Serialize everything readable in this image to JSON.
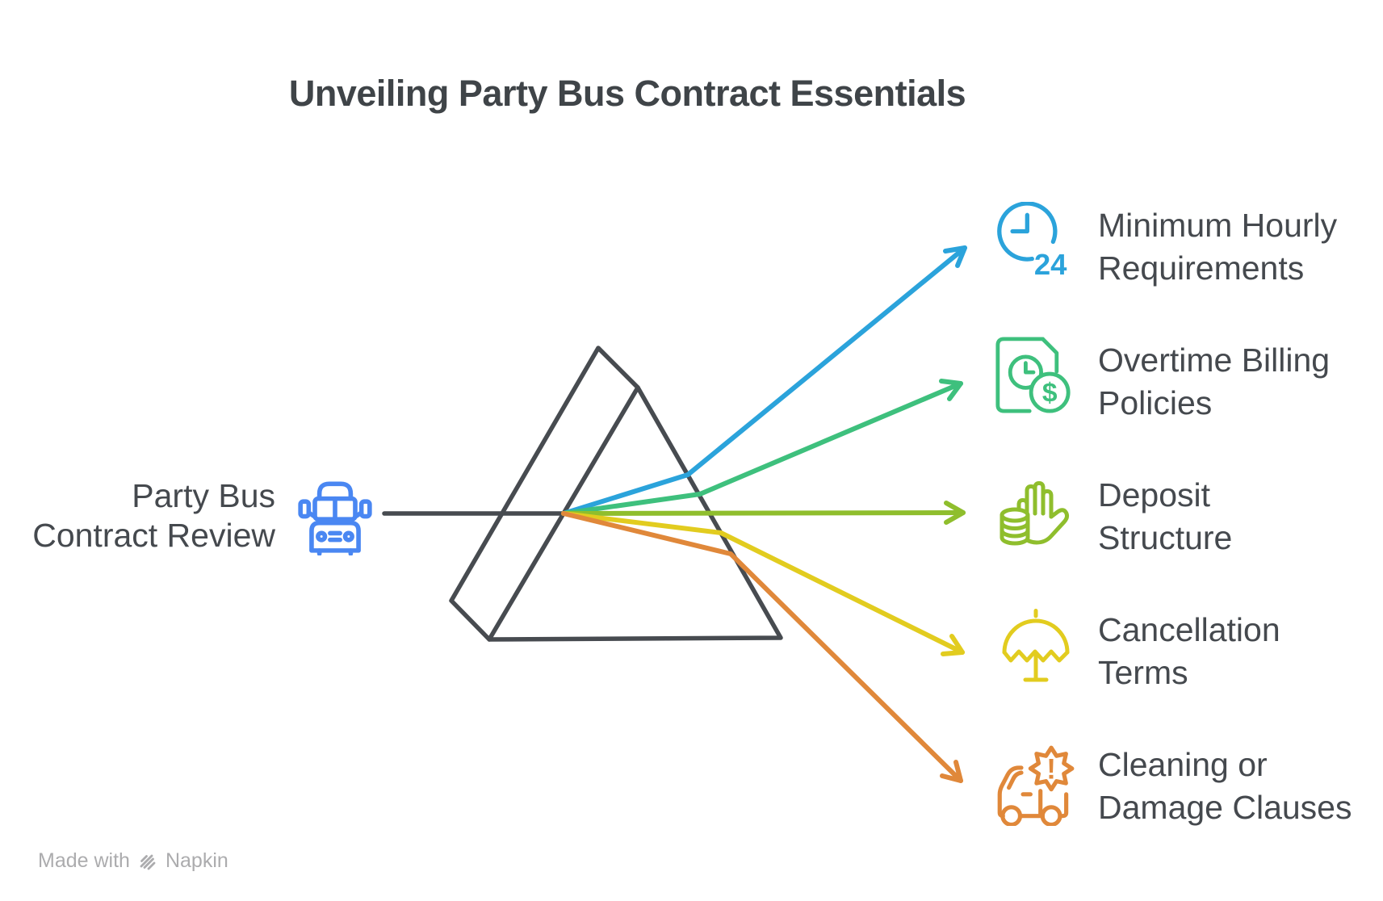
{
  "title": "Unveiling Party Bus Contract Essentials",
  "source": {
    "label_line1": "Party Bus",
    "label_line2": "Contract Review",
    "icon": "party-bus-icon",
    "icon_color": "#4a87f2",
    "text_color": "#45494e"
  },
  "diagram": {
    "prism_shape": "triangular-prism",
    "line_color": "#474b50"
  },
  "items": [
    {
      "id": "minimum-hourly-requirements",
      "line1": "Minimum Hourly",
      "line2": "Requirements",
      "icon": "clock-24-icon",
      "badge": "24",
      "color": "#2ba3db"
    },
    {
      "id": "overtime-billing-policies",
      "line1": "Overtime Billing",
      "line2": "Policies",
      "icon": "billing-document-icon",
      "badge": "$",
      "color": "#3ec07d"
    },
    {
      "id": "deposit-structure",
      "line1": "Deposit",
      "line2": "Structure",
      "icon": "hand-coins-icon",
      "color": "#8fbe2d"
    },
    {
      "id": "cancellation-terms",
      "line1": "Cancellation",
      "line2": "Terms",
      "icon": "umbrella-icon",
      "color": "#e2cc1f"
    },
    {
      "id": "cleaning-damage-clauses",
      "line1": "Cleaning or",
      "line2": "Damage Clauses",
      "icon": "truck-alert-icon",
      "badge": "!",
      "color": "#e0883a"
    }
  ],
  "footer": {
    "made_with": "Made with",
    "brand": "Napkin",
    "logo": "napkin-logo-icon",
    "color": "#acacae"
  }
}
